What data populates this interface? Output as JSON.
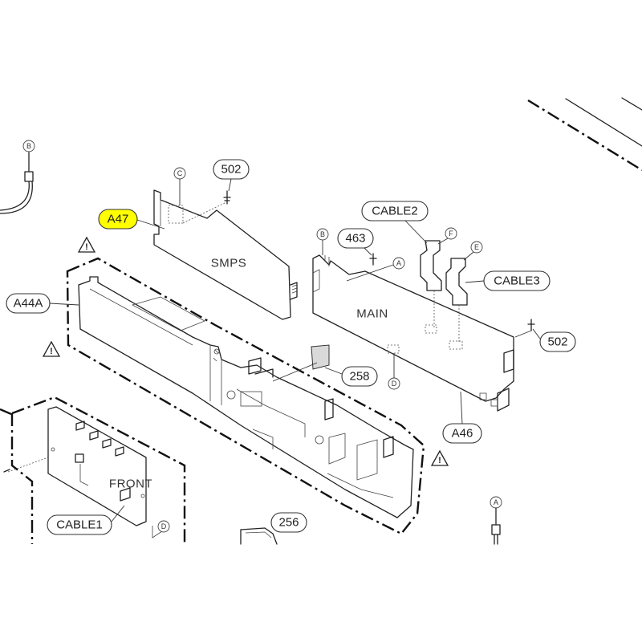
{
  "labels": {
    "a47": "A47",
    "p502_top": "502",
    "p463": "463",
    "cable2": "CABLE2",
    "cable3": "CABLE3",
    "p502_right": "502",
    "a44a": "A44A",
    "p258": "258",
    "a46": "A46",
    "cable1": "CABLE1",
    "p256": "256"
  },
  "boards": {
    "smps": "SMPS",
    "main": "MAIN",
    "front": "FRONT"
  },
  "connectors": {
    "b_left": "B",
    "c_top": "C",
    "b_main": "B",
    "a_main": "A",
    "f_cable": "F",
    "e_cable": "E",
    "d_main": "D",
    "d_front": "D",
    "a_bottom": "A"
  },
  "warning_symbol": "!",
  "highlight_color": "#ffff00"
}
